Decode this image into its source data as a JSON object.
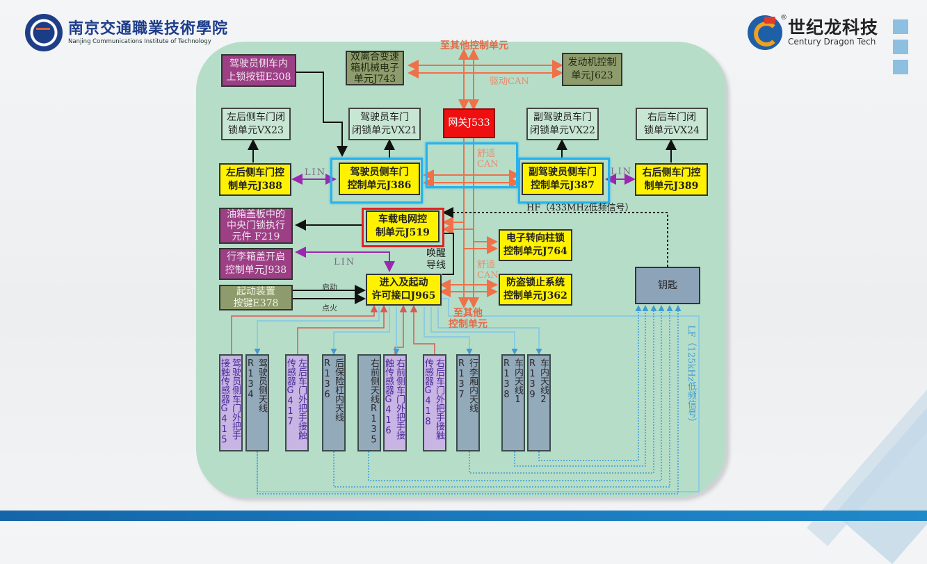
{
  "header": {
    "school_name_cn": "南京交通職業技術學院",
    "school_name_en": "Nanjing Communications Institute of Technology",
    "brand_name_cn": "世纪龙科技",
    "brand_name_en": "Century Dragon Tech",
    "brand_registered": "®"
  },
  "diagram": {
    "title_hint": "舒适/进入及起动系统网络拓扑",
    "colors": {
      "panel_bg": "#b6ddc8",
      "drive_can": "#f07048",
      "comfort_can": "#f07048",
      "lin": "#9a28b0",
      "lf_signal": "#3f9cd4",
      "hf_signal": "#222222",
      "highlight_blue": "#27b2ee",
      "highlight_red": "#e52020"
    },
    "nodes": {
      "e308": "驾驶员侧车内\n上锁按钮E308",
      "j743": "双离合变速\n箱机械电子\n单元J743",
      "j623": "发动机控制\n单元J623",
      "j533": "网关J533",
      "vx23": "左后侧车门闭\n锁单元VX23",
      "vx21": "驾驶员车门\n闭锁单元VX21",
      "vx22": "副驾驶员车门\n闭锁单元VX22",
      "vx24": "右后车门闭\n锁单元VX24",
      "j388": "左后侧车门控\n制单元J388",
      "j386": "驾驶员侧车门\n控制单元J386",
      "j387": "副驾驶员侧车门\n控制单元J387",
      "j389": "右后侧车门控\n制单元J389",
      "f219": "油箱盖板中的\n中央门锁执行\n元件 F219",
      "j519": "车载电网控\n制单元J519",
      "j764": "电子转向柱锁\n控制单元J764",
      "j938": "行李箱盖开启\n控制单元J938",
      "e378": "起动装置\n按键E378",
      "j965": "进入及起动\n许可接口J965",
      "j362": "防盗锁止系统\n控制单元J362",
      "key": "钥匙"
    },
    "sensors": [
      {
        "text": "驾驶员侧车门外把手接触传感器G415",
        "kind": "sensor"
      },
      {
        "text": "驾驶员侧天线R134",
        "kind": "antenna"
      },
      {
        "text": "左后车门外把手接触传感器G417",
        "kind": "sensor"
      },
      {
        "text": "后保险杠内天线R136",
        "kind": "antenna"
      },
      {
        "text": "右前侧天线R135",
        "kind": "antenna"
      },
      {
        "text": "右前侧车门外把手接触传感器G416",
        "kind": "sensor"
      },
      {
        "text": "右后车门外把手接触传感器G418",
        "kind": "sensor"
      },
      {
        "text": "行李厢内天线R137",
        "kind": "antenna"
      },
      {
        "text": "车内天线1 R138",
        "kind": "antenna"
      },
      {
        "text": "车内天线2 R139",
        "kind": "antenna"
      }
    ],
    "labels": {
      "to_other_top": "至其他控制单元",
      "drive_can": "驱动CAN",
      "comfort_can_top": "舒适\nCAN",
      "comfort_can_bottom": "舒适\nCAN",
      "lin_left": "LIN",
      "lin_right": "LIN",
      "lin_trunk": "LIN",
      "hf": "HF（433MHz低频信号）",
      "wake_line": "唤醒\n导线",
      "start": "启动",
      "ignition": "点火",
      "to_other_bottom": "至其他\n控制单元",
      "lf": "LF（125kHz低频信号）"
    }
  }
}
